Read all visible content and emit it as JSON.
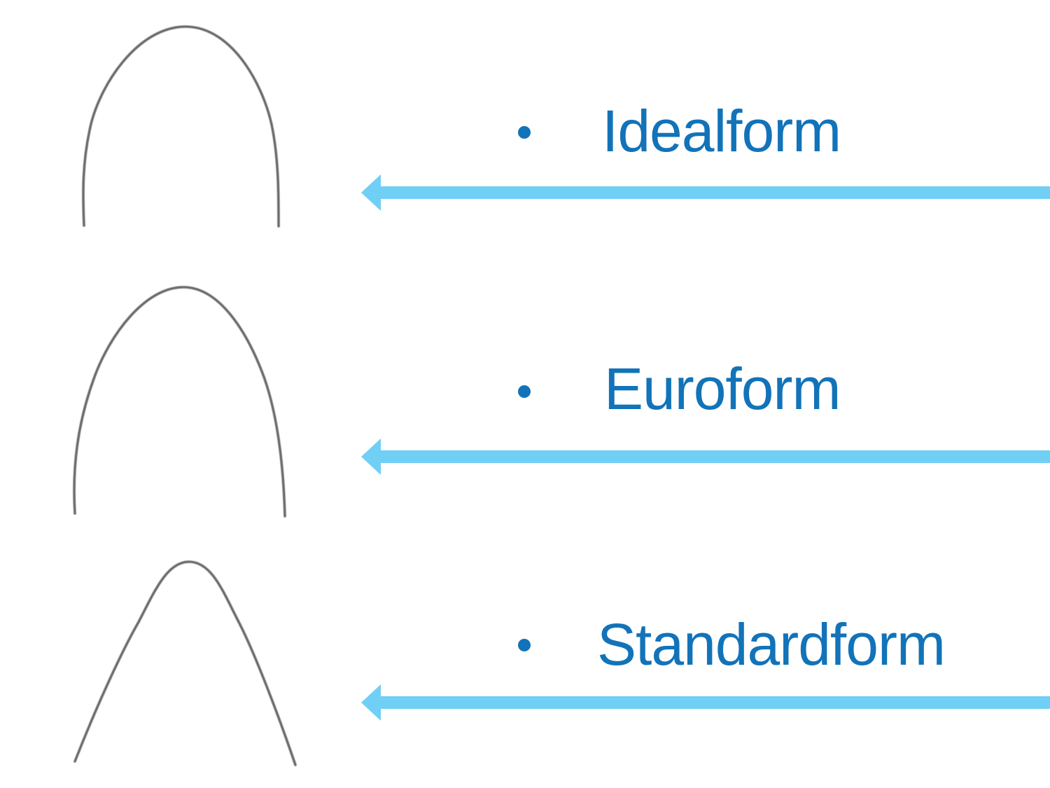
{
  "slide": {
    "background": "#ffffff",
    "rows": [
      {
        "label": "Idealform",
        "arch_image": "ideal-archwire",
        "arrow_direction": "left"
      },
      {
        "label": "Euroform",
        "arch_image": "euro-archwire",
        "arrow_direction": "left"
      },
      {
        "label": "Standardform",
        "arch_image": "standard-archwire",
        "arrow_direction": "left"
      }
    ]
  },
  "icons": {
    "bullet": "filled-circle",
    "arrow": "left-arrow"
  },
  "colors": {
    "label_text": "#1273b9",
    "bullet": "#1273b9",
    "arrow": "#70cff4",
    "wire": "#6a6a6a",
    "background": "#ffffff"
  }
}
